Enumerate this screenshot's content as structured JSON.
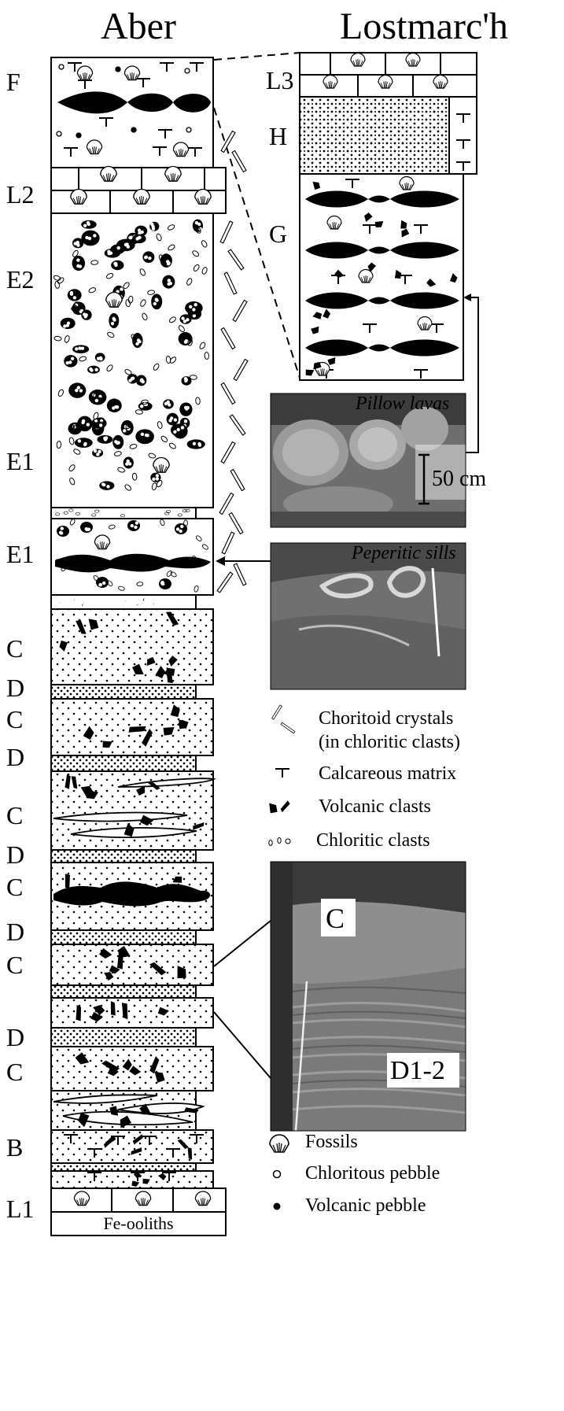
{
  "titles": {
    "left": "Aber",
    "right": "Lostmarc'h"
  },
  "left_units": [
    "F",
    "L2",
    "E2",
    "E1",
    "E1",
    "C",
    "D",
    "C",
    "D",
    "C",
    "D",
    "C",
    "D",
    "C",
    "D",
    "C",
    "B",
    "L1"
  ],
  "right_units": [
    "L3",
    "H",
    "G"
  ],
  "base_label": "Fe-ooliths",
  "photos": {
    "pillow_caption": "Pillow lavas",
    "pillow_scale": "50 cm",
    "peperitic_caption": "Peperitic sills",
    "outcrop_label_c": "C",
    "outcrop_label_d": "D1-2"
  },
  "legend": {
    "choritoid_line1": "Choritoid crystals",
    "choritoid_line2": "(in chloritic clasts)",
    "calcareous": "Calcareous matrix",
    "volcanic_clasts": "Volcanic clasts",
    "chloritic_clasts": "Chloritic clasts",
    "fossils": "Fossils",
    "chloritous_pebble": "Chloritous pebble",
    "volcanic_pebble": "Volcanic pebble"
  },
  "colors": {
    "ink": "#000000",
    "photo_dark": "#3a3a3a",
    "photo_mid": "#777777"
  }
}
